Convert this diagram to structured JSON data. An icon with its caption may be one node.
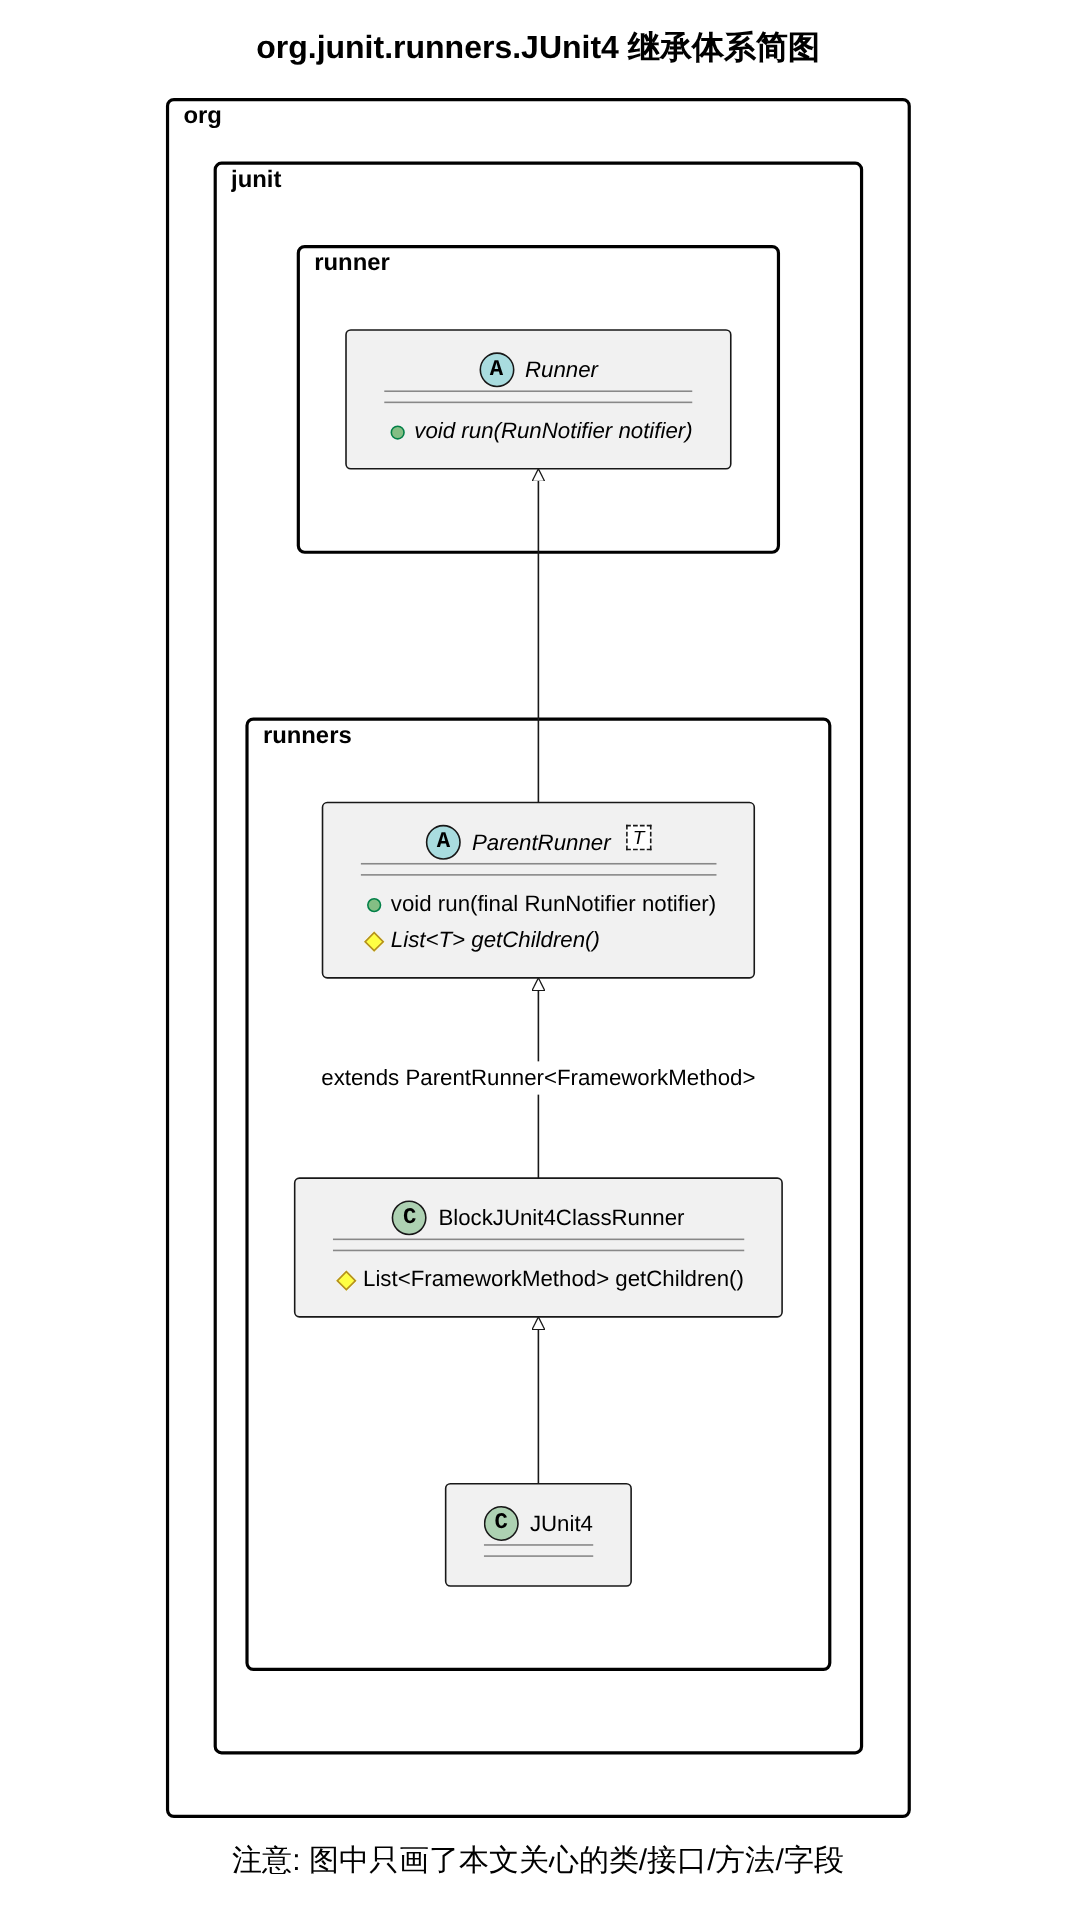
{
  "diagram": {
    "title": "org.junit.runners.JUnit4 继承体系简图",
    "caption": "注意: 图中只画了本文关心的类/接口/方法/字段",
    "nodes": [
      {
        "text": [
          "org"
        ]
      },
      {
        "text": [
          "junit"
        ],
        "in": 0
      },
      {
        "text": [
          "runner"
        ],
        "in": 1
      },
      {
        "text": [
          "A",
          "Runner",
          "void run(RunNotifier notifier)"
        ],
        "in": 2
      },
      {
        "text": [
          "runners"
        ],
        "in": 1
      },
      {
        "text": [
          "A",
          "ParentRunner",
          "T",
          "void run(final RunNotifier notifier)",
          "List<T> getChildren()"
        ],
        "in": 4
      },
      {
        "text": [
          "C",
          "BlockJUnit4ClassRunner",
          "List<FrameworkMethod> getChildren()"
        ],
        "in": 4
      },
      {
        "text": [
          "C",
          "JUnit4"
        ],
        "in": 4
      }
    ],
    "edges": [
      {
        "from": 5,
        "to": 3,
        "arrow": "to"
      },
      {
        "from": 6,
        "to": 5,
        "arrow": "to",
        "label": "extends ParentRunner<FrameworkMethod>"
      },
      {
        "from": 7,
        "to": 6,
        "arrow": "to"
      }
    ]
  }
}
